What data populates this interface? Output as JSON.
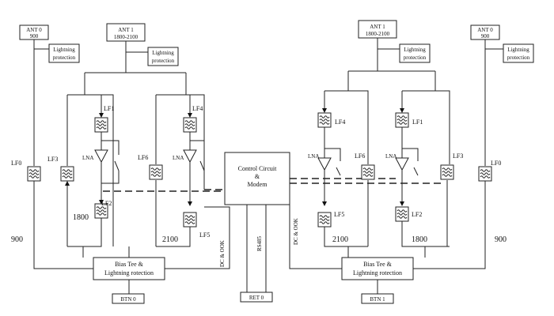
{
  "antennas": {
    "left_900": {
      "line1": "ANT 0",
      "line2": "900"
    },
    "left_1800": {
      "line1": "ANT 1",
      "line2": "1800-2100"
    },
    "right_1800": {
      "line1": "ANT 1",
      "line2": "1800-2100"
    },
    "right_900": {
      "line1": "ANT 0",
      "line2": "900"
    }
  },
  "protection": {
    "line1": "Lightning",
    "line2": "protection"
  },
  "filters": {
    "lf0": "LF0",
    "lf1": "LF1",
    "lf2": "LF2",
    "lf3": "LF3",
    "lf4": "LF4",
    "lf5": "LF5",
    "lf6": "LF6"
  },
  "lna": "LNA",
  "control": {
    "line1": "Control Circuit",
    "line2": "&",
    "line3": "Modem"
  },
  "bands": {
    "b900": "900",
    "b1800": "1800",
    "b2100": "2100"
  },
  "bias_tee": {
    "line1": "Bias Tee  &",
    "line2": "Lightning rotection"
  },
  "ports": {
    "btn0": "BTN 0",
    "btn1": "BTN 1",
    "ret0": "RET 0"
  },
  "signals": {
    "dc_ook": "DC & OOK",
    "rs485": "RS485"
  }
}
